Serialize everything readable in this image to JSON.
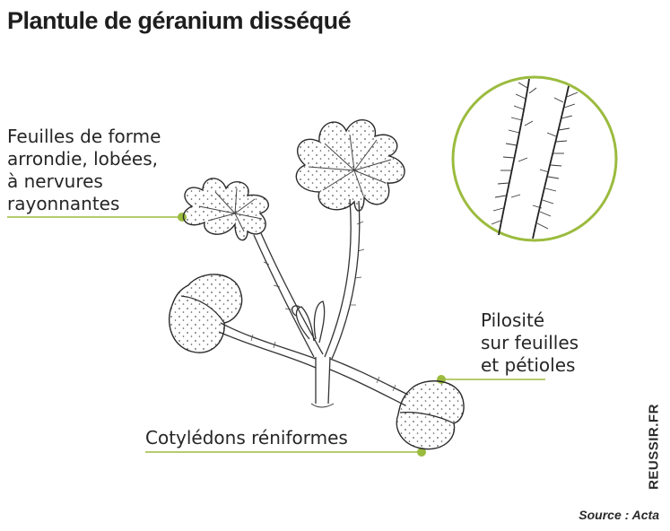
{
  "title": "Plantule de géranium disséqué",
  "labels": {
    "leaves": [
      "Feuilles de forme",
      "arrondie, lobées,",
      "à nervures",
      "rayonnantes"
    ],
    "hairs": [
      "Pilosité",
      "sur feuilles",
      "et pétioles"
    ],
    "cotyledons": "Cotylédons réniformes"
  },
  "brand": "REUSSIR.FR",
  "source": "Source : Acta",
  "colors": {
    "accent": "#9bbb3e",
    "ink": "#262626"
  }
}
